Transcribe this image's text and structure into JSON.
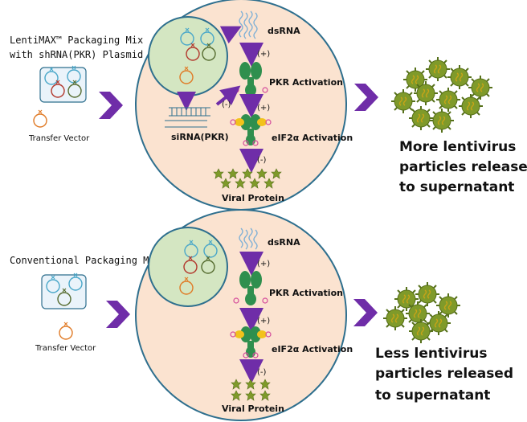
{
  "panels": [
    {
      "packaging_label_line1": "LentiMAX™ Packaging Mix",
      "packaging_label_line2": "with shRNA(PKR) Plasmid",
      "transfer_vector": "Transfer Vector",
      "dsrna": "dsRNA",
      "pkr_activation": "PKR Activation",
      "eif_activation": "eIF2α Activation",
      "sirna": "siRNA(PKR)",
      "viral_protein": "Viral Protein",
      "plus_1": "(+)",
      "plus_2": "(+)",
      "minus_1": "(-)",
      "minus_2": "(-)",
      "outcome_line1": "More lentivirus",
      "outcome_line2": "particles released",
      "outcome_line3": "to supernatant"
    },
    {
      "packaging_label_line1": "Conventional Packaging Mix",
      "packaging_label_line2": "",
      "transfer_vector": "Transfer Vector",
      "dsrna": "dsRNA",
      "pkr_activation": "PKR Activation",
      "eif_activation": "eIF2α Activation",
      "viral_protein": "Viral Protein",
      "plus_1": "(+)",
      "plus_2": "(+)",
      "minus_2": "(-)",
      "outcome_line1": "Less lentivirus",
      "outcome_line2": "particles released",
      "outcome_line3": "to supernatant"
    }
  ],
  "colors": {
    "cell_fill": "#fbe3d0",
    "cell_stroke": "#2e6f8e",
    "nucleus_fill": "#d4e6c2",
    "arrow_purple": "#6f2da8",
    "protein_green": "#2f8f4e",
    "virus_green": "#7f9a2a",
    "virus_core": "#c7a418",
    "phospho": "#d44a9a",
    "yellow": "#f2c21b"
  },
  "icons": [
    "plasmid-icon",
    "chevron-right-icon",
    "virus-particle-icon",
    "star-protein-icon",
    "pkr-protein-icon"
  ]
}
